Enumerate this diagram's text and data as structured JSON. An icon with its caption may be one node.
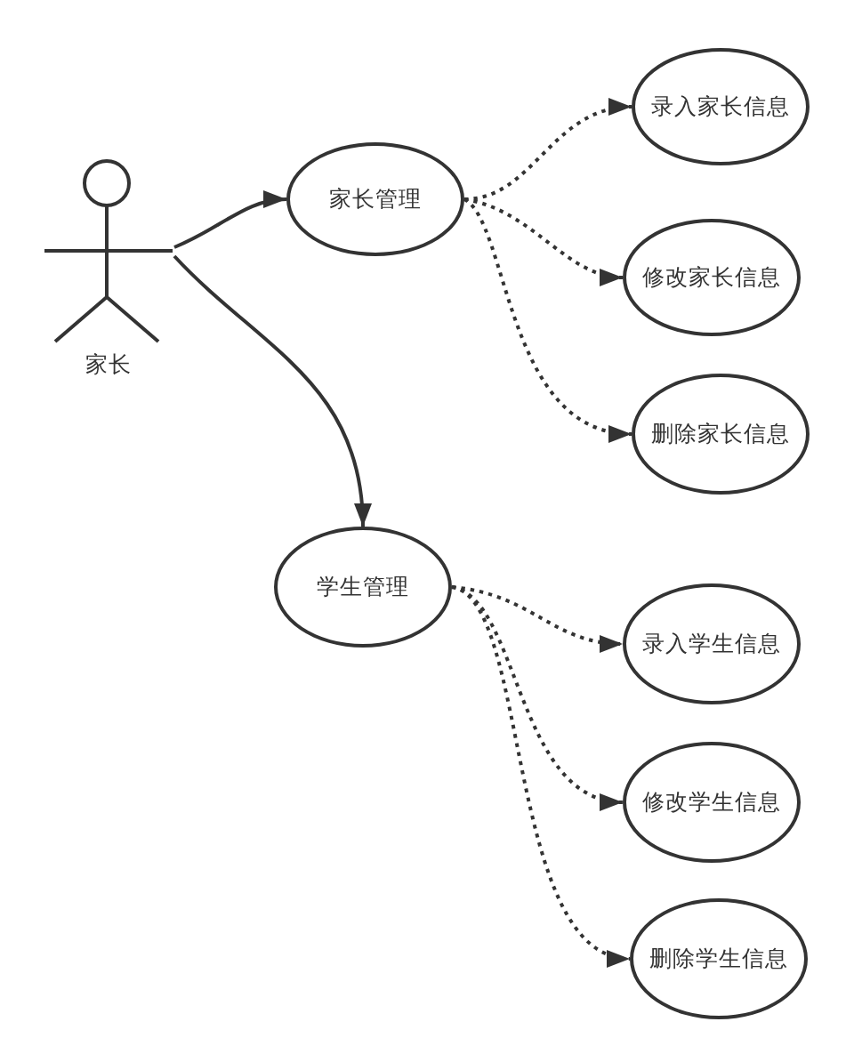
{
  "diagram": {
    "nodes": [
      {
        "text": [
          "家长"
        ]
      },
      {
        "text": [
          "家长管理"
        ]
      },
      {
        "text": [
          "录入家长信息"
        ]
      },
      {
        "text": [
          "修改家长信息"
        ]
      },
      {
        "text": [
          "删除家长信息"
        ]
      },
      {
        "text": [
          "学生管理"
        ]
      },
      {
        "text": [
          "录入学生信息"
        ]
      },
      {
        "text": [
          "修改学生信息"
        ]
      },
      {
        "text": [
          "删除学生信息"
        ]
      }
    ],
    "edges": [
      {
        "from": 0,
        "to": 1,
        "arrow": "to"
      },
      {
        "from": 0,
        "to": 5,
        "arrow": "to"
      },
      {
        "from": 1,
        "to": 2,
        "arrow": "to",
        "style": "dashed"
      },
      {
        "from": 1,
        "to": 3,
        "arrow": "to",
        "style": "dashed"
      },
      {
        "from": 1,
        "to": 4,
        "arrow": "to",
        "style": "dashed"
      },
      {
        "from": 5,
        "to": 6,
        "arrow": "to",
        "style": "dashed"
      },
      {
        "from": 5,
        "to": 7,
        "arrow": "to",
        "style": "dashed"
      },
      {
        "from": 5,
        "to": 8,
        "arrow": "to",
        "style": "dashed"
      }
    ]
  }
}
